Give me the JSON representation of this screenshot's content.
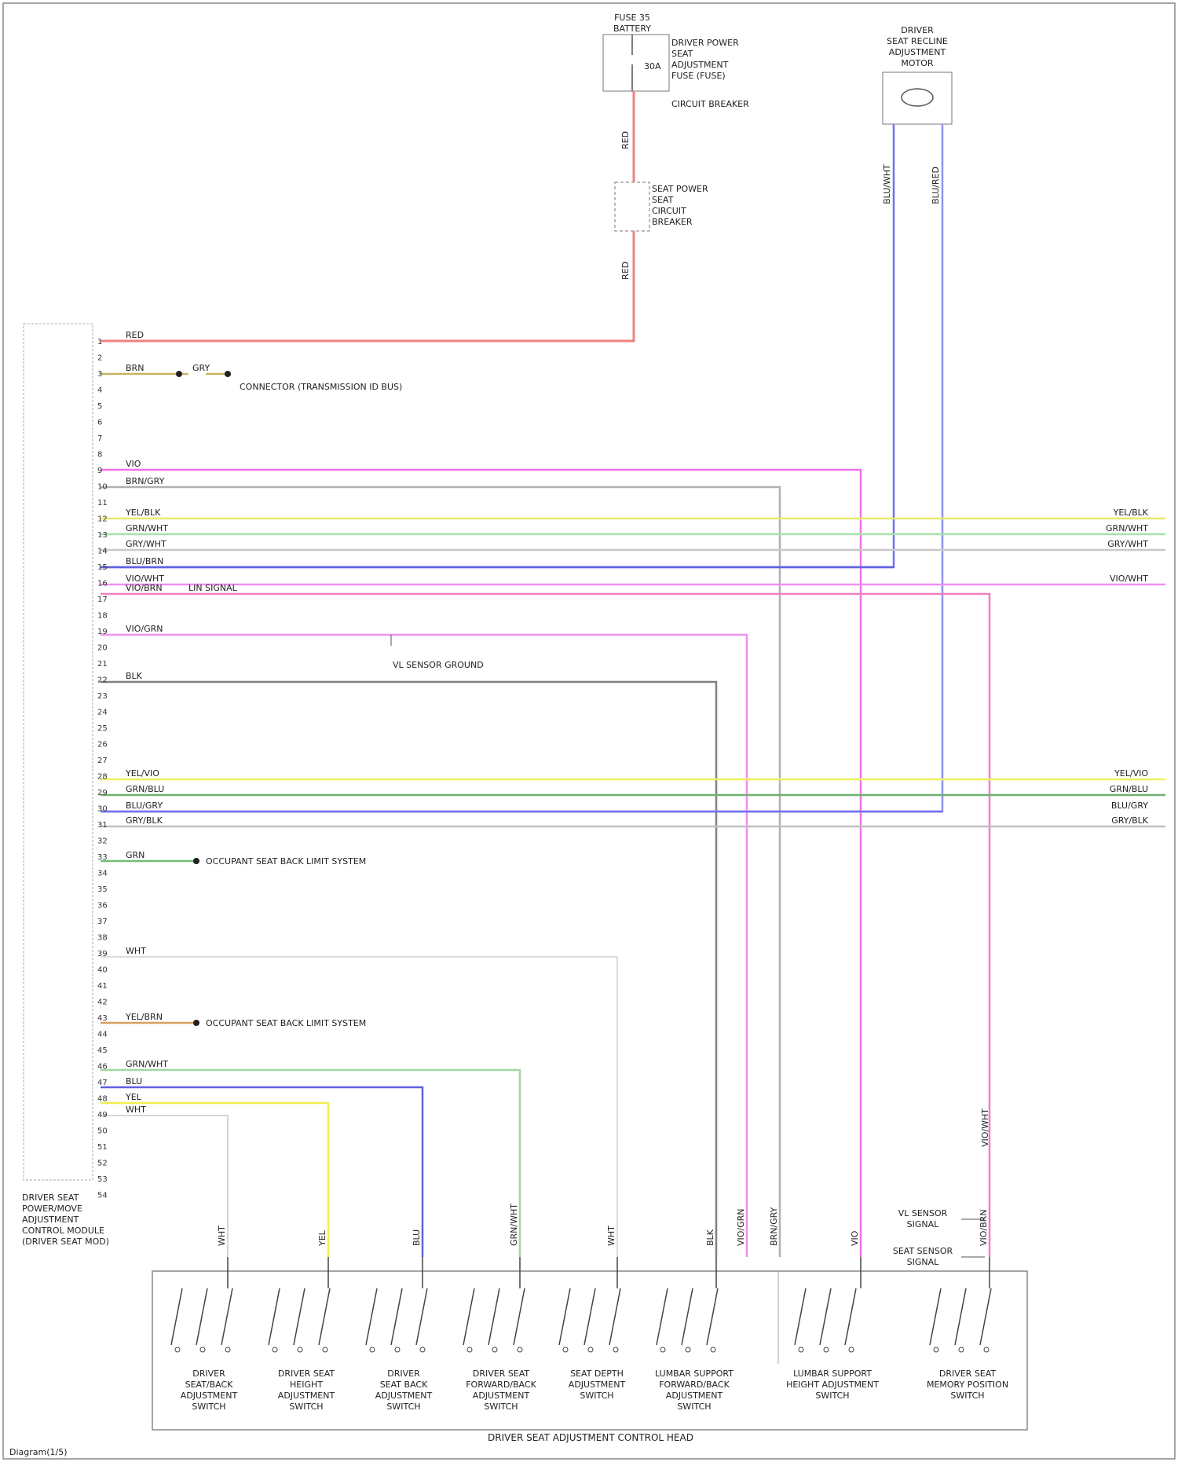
{
  "module": {
    "label_lines": [
      "DRIVER SEAT",
      "POWER/MOVE",
      "ADJUSTMENT",
      "CONTROL MODULE",
      "(DRIVER SEAT MOD)"
    ]
  },
  "power_source": {
    "fuse_label": "FUSE 35",
    "fuse_sub": "BATTERY",
    "fuse_amp": "30A",
    "desc_lines": [
      "DRIVER POWER",
      "SEAT",
      "ADJUSTMENT",
      "FUSE (FUSE)"
    ],
    "breaker_label": "CIRCUIT BREAKER",
    "breaker_lines": [
      "SEAT POWER",
      "SEAT",
      "CIRCUIT",
      "BREAKER"
    ],
    "wire1": "RED",
    "wire2": "RED"
  },
  "motor": {
    "label_lines": [
      "DRIVER",
      "SEAT RECLINE",
      "ADJUSTMENT",
      "MOTOR"
    ],
    "wire_left": "BLU/WHT",
    "wire_right": "BLU/RED"
  },
  "top_wires": [
    {
      "label": "RED",
      "color": "#f08080"
    },
    {
      "label": "BRN",
      "color": "#c8b464",
      "extra": "GRY",
      "dest": "CONNECTOR (TRANSMISSION ID BUS)"
    }
  ],
  "main_wires": [
    {
      "label": "VIO",
      "color": "#f070f0"
    },
    {
      "label": "BRN/GRY",
      "color": "#b0b0b0"
    },
    {
      "label": "YEL/BLK",
      "color": "#e8e870",
      "right": "YEL/BLK"
    },
    {
      "label": "GRN/WHT",
      "color": "#a8e0a8",
      "right": "GRN/WHT"
    },
    {
      "label": "GRY/WHT",
      "color": "#c8c8c8",
      "right": "GRY/WHT"
    },
    {
      "label": "BLU/BRN",
      "color": "#6060e0"
    },
    {
      "label": "VIO/WHT",
      "color": "#f090f0",
      "right": "VIO/WHT"
    },
    {
      "label": "VIO/BRN",
      "color": "#f080c0",
      "note": "LIN SIGNAL"
    },
    {
      "label": "VIO/GRN",
      "color": "#f090f0",
      "note": "VL SENSOR GROUND"
    },
    {
      "label": "BLK",
      "color": "#808080"
    },
    {
      "label": "YEL/VIO",
      "color": "#f0f060",
      "right": "YEL/VIO"
    },
    {
      "label": "GRN/BLU",
      "color": "#70b070",
      "right": "GRN/BLU"
    },
    {
      "label": "BLU/GRY",
      "color": "#7070f0",
      "right": "BLU/GRY"
    },
    {
      "label": "GRY/BLK",
      "color": "#c0c0c0",
      "right": "GRY/BLK"
    }
  ],
  "lower_wires": [
    {
      "label": "GRN",
      "color": "#70c070",
      "dest": "OCCUPANT SEAT BACK LIMIT SYSTEM"
    },
    {
      "label": "WHT",
      "color": "#d0d0d0"
    },
    {
      "label": "YEL/BRN",
      "color": "#d8a060",
      "dest": "OCCUPANT SEAT BACK LIMIT SYSTEM"
    },
    {
      "label": "GRN/WHT",
      "color": "#a0d8a0"
    },
    {
      "label": "BLU",
      "color": "#6060e0"
    },
    {
      "label": "YEL",
      "color": "#f0f050"
    },
    {
      "label": "WHT",
      "color": "#c8c8c8"
    }
  ],
  "switches": [
    {
      "lines": [
        "DRIVER",
        "SEAT/BACK",
        "ADJUSTMENT",
        "SWITCH"
      ]
    },
    {
      "lines": [
        "DRIVER SEAT",
        "HEIGHT",
        "ADJUSTMENT",
        "SWITCH"
      ]
    },
    {
      "lines": [
        "DRIVER",
        "SEAT BACK",
        "ADJUSTMENT",
        "SWITCH"
      ]
    },
    {
      "lines": [
        "DRIVER SEAT",
        "FORWARD/BACK",
        "ADJUSTMENT",
        "SWITCH"
      ]
    },
    {
      "lines": [
        "SEAT DEPTH",
        "ADJUSTMENT",
        "SWITCH"
      ]
    },
    {
      "lines": [
        "LUMBAR SUPPORT",
        "FORWARD/BACK",
        "ADJUSTMENT",
        "SWITCH"
      ]
    },
    {
      "lines": [
        "LUMBAR SUPPORT",
        "HEIGHT ADJUSTMENT",
        "SWITCH"
      ]
    },
    {
      "lines": [
        "DRIVER SEAT",
        "MEMORY POSITION",
        "SWITCH"
      ]
    }
  ],
  "switch_wires": [
    "WHT",
    "YEL",
    "BLU",
    "GRN/WHT",
    "WHT",
    "BLK",
    "VIO/GRN",
    "BRN/GRY",
    "VIO",
    "VIO/BRN"
  ],
  "side_labels": {
    "upper": [
      "VL SENSOR",
      "SIGNAL"
    ],
    "lower": [
      "SEAT SENSOR",
      "SIGNAL"
    ],
    "vertical": "VIO/WHT"
  },
  "panel_label": "DRIVER SEAT ADJUSTMENT CONTROL HEAD",
  "footer": "Diagram(1/5)"
}
